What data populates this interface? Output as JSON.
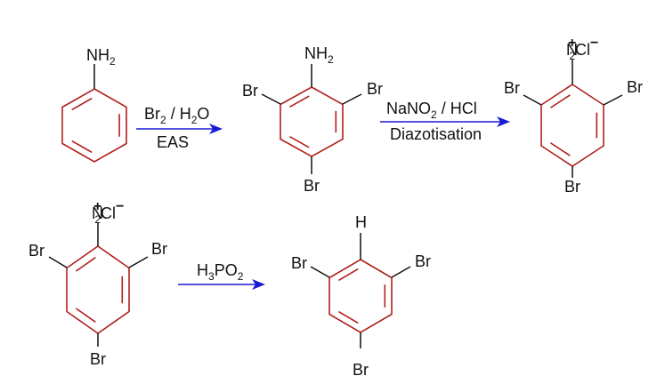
{
  "colors": {
    "ring": "#b0201c",
    "arrow": "#1a1ad6",
    "text": "#111111"
  },
  "step1": {
    "reactant_group": {
      "main": "NH",
      "sub": "2"
    },
    "reagent_top": {
      "a": "Br",
      "a_sub": "2",
      "b": " / H",
      "b_sub": "2",
      "c": "O"
    },
    "reagent_bottom": "EAS",
    "product": {
      "group": {
        "main": "NH",
        "sub": "2"
      },
      "left": "Br",
      "right": "Br",
      "bottom": "Br"
    }
  },
  "step2": {
    "reagent_top": {
      "a": "NaNO",
      "a_sub": "2",
      "b": " / HCl"
    },
    "reagent_bottom": "Diazotisation",
    "product": {
      "group": {
        "n": "N",
        "plus": "+",
        "sub": "2",
        "cl": "Cl",
        "minus": "−"
      },
      "left": "Br",
      "right": "Br",
      "bottom": "Br"
    }
  },
  "step3": {
    "reactant": {
      "group": {
        "n": "N",
        "plus": "+",
        "sub": "2",
        "cl": "Cl",
        "minus": "−"
      },
      "left": "Br",
      "right": "Br",
      "bottom": "Br"
    },
    "reagent_top": {
      "a": "H",
      "a_sub": "3",
      "b": "PO",
      "b_sub": "2"
    },
    "product": {
      "group": "H",
      "left": "Br",
      "right": "Br",
      "bottom": "Br"
    }
  }
}
